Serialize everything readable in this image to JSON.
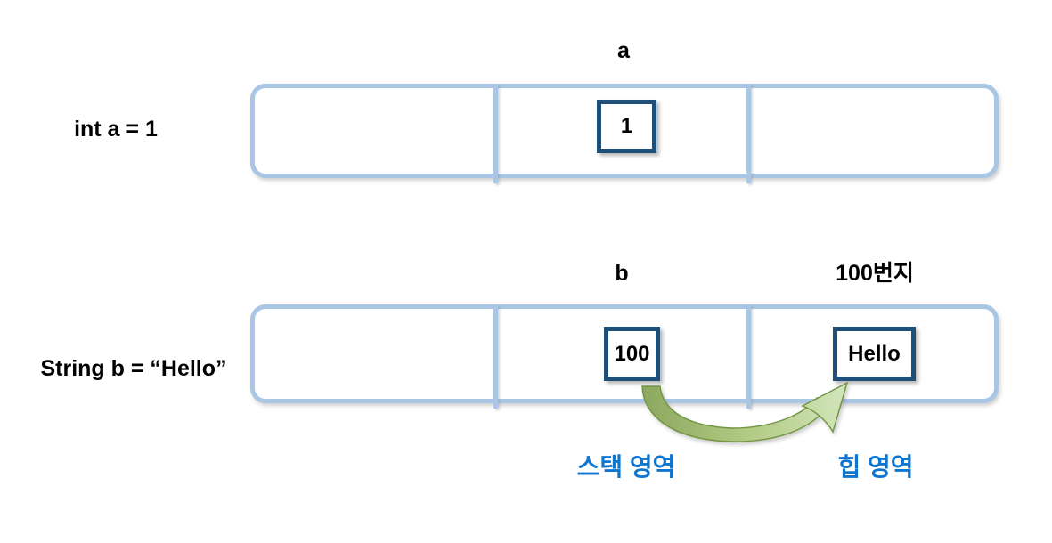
{
  "diagram": {
    "rows": [
      {
        "code": "int a = 1",
        "var_name": "a",
        "stack_value": "1"
      },
      {
        "code": "String b = “Hello”",
        "var_name": "b",
        "address_label": "100번지",
        "stack_value": "100",
        "heap_value": "Hello"
      }
    ],
    "legend": {
      "stack": "스택 영역",
      "heap": "힙 영역"
    }
  },
  "colors": {
    "frame_border": "#a9c6e4",
    "box_border": "#1f4e79",
    "label_blue": "#0f76d0",
    "text": "#000000",
    "arrow_dark": "#8aa55c",
    "arrow_mid": "#b4cc87",
    "arrow_light": "#d2e5bc",
    "arrow_outline": "#71953f"
  }
}
